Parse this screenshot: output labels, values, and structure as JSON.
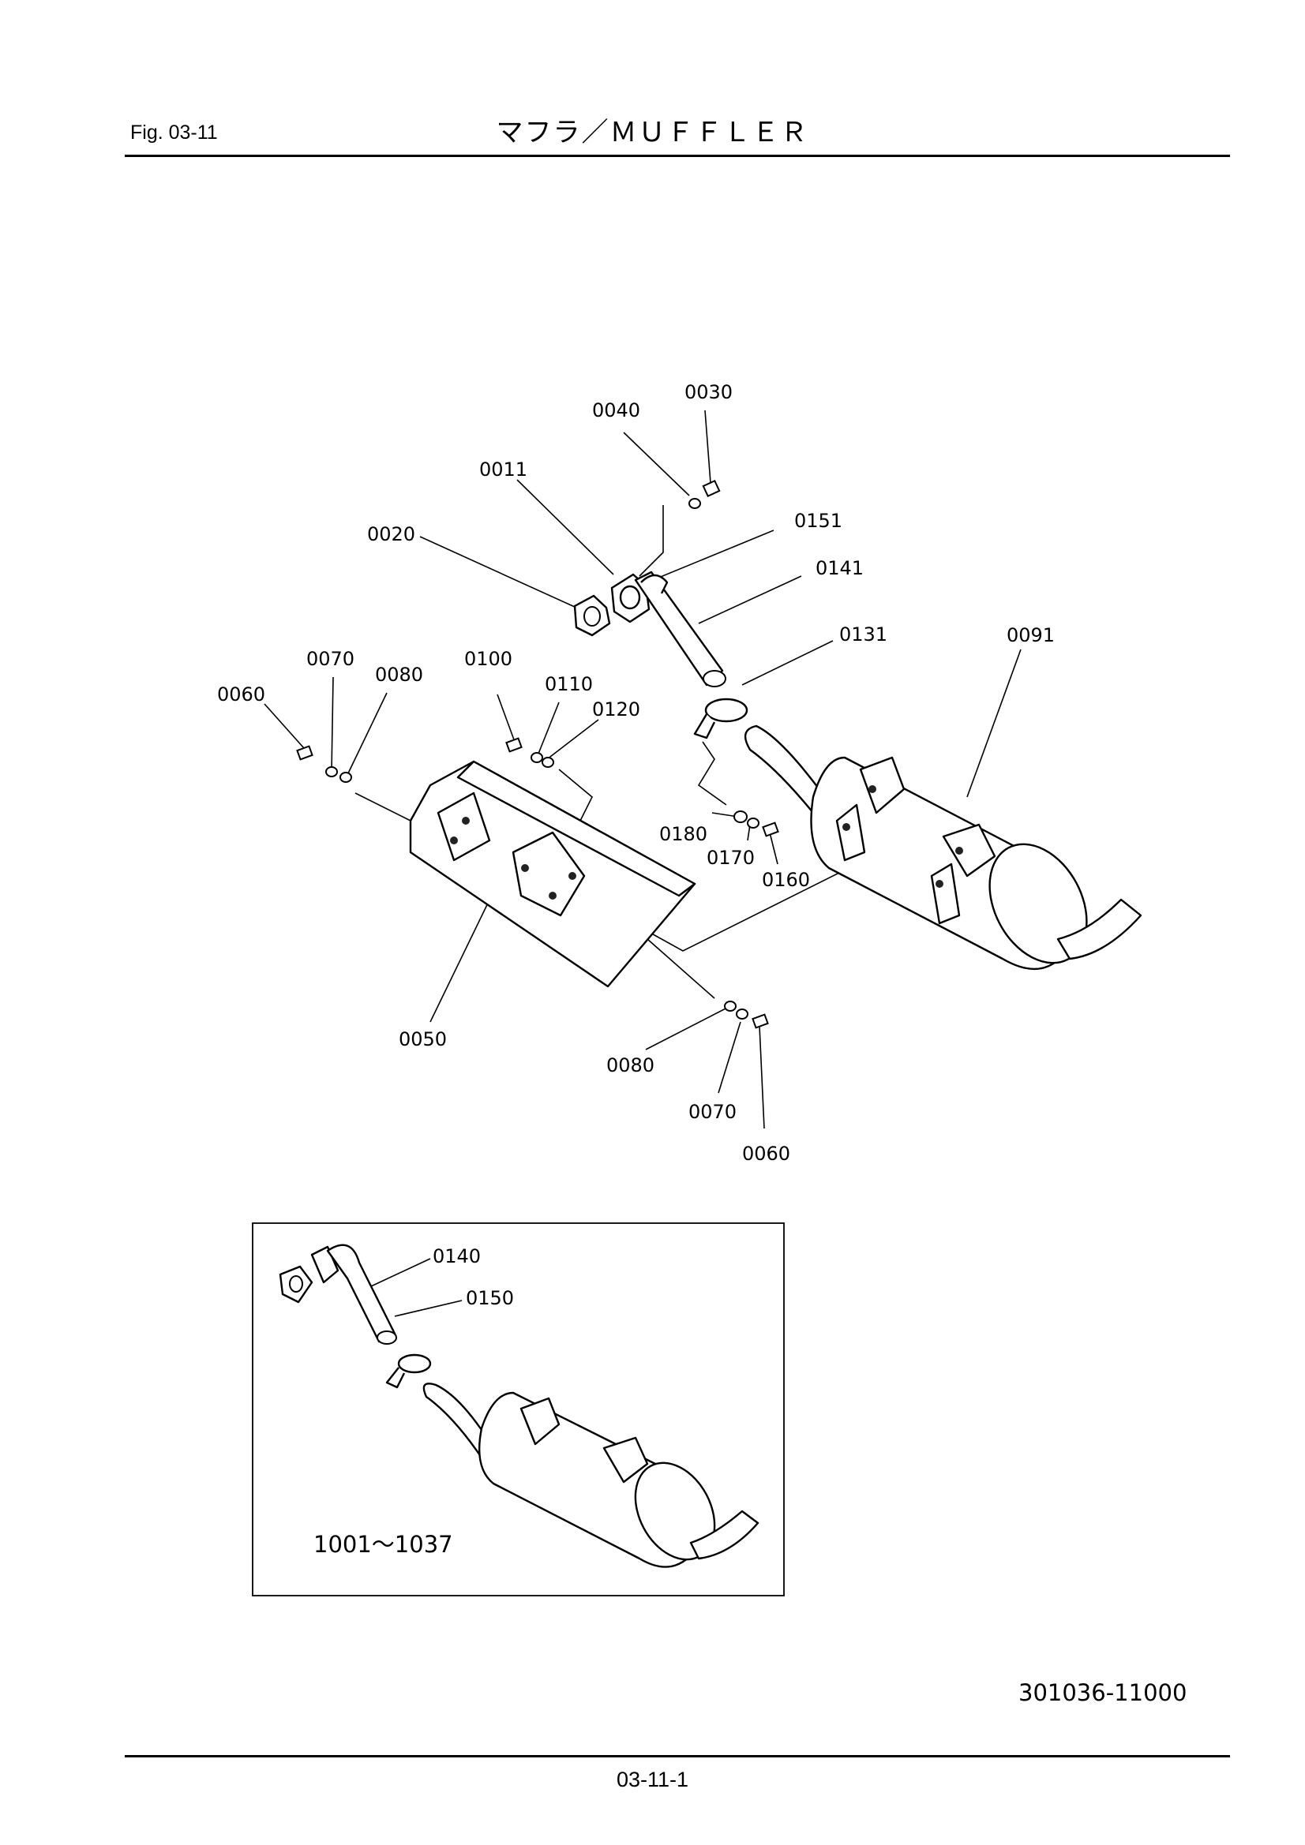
{
  "header": {
    "fig_label": "Fig.  03-11",
    "title": "マフラ／ＭＵＦＦＬＥＲ"
  },
  "callouts": {
    "c0030": "0030",
    "c0040": "0040",
    "c0011": "0011",
    "c0151": "0151",
    "c0020": "0020",
    "c0141": "0141",
    "c0131": "0131",
    "c0091": "0091",
    "c0070a": "0070",
    "c0080a": "0080",
    "c0060a": "0060",
    "c0100": "0100",
    "c0110": "0110",
    "c0120": "0120",
    "c0180": "0180",
    "c0170": "0170",
    "c0160": "0160",
    "c0050": "0050",
    "c0080b": "0080",
    "c0070b": "0070",
    "c0060b": "0060"
  },
  "inset": {
    "c0140": "0140",
    "c0150": "0150",
    "serial_range": "1001～1037"
  },
  "footer": {
    "drawing_id": "301036-11000",
    "page_number": "03-11-1"
  }
}
